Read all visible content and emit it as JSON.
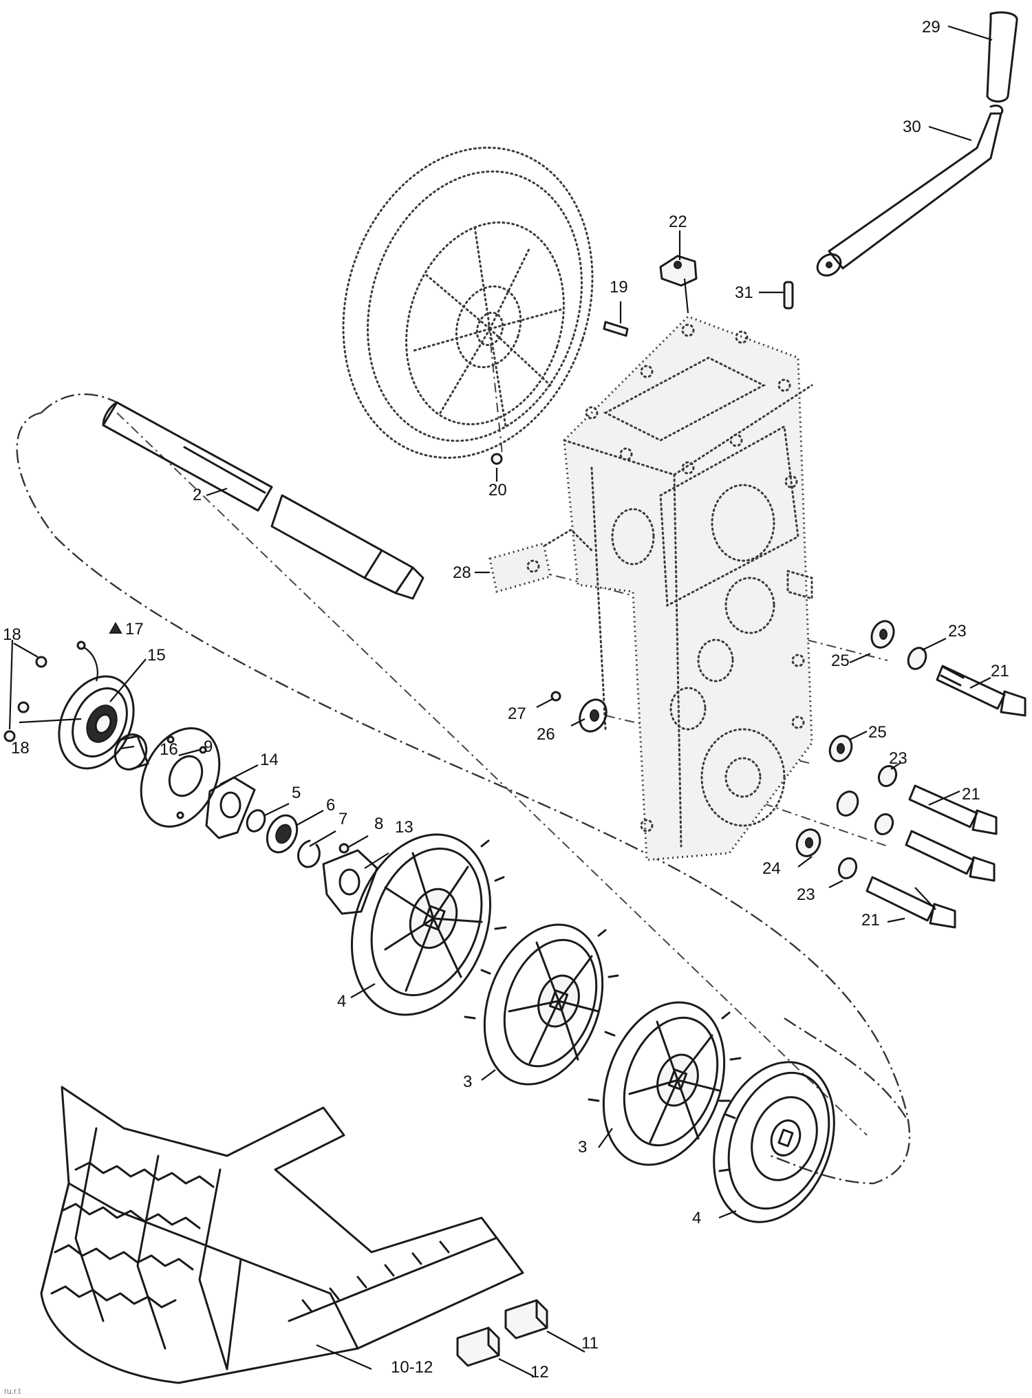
{
  "callouts": [
    {
      "label": "29"
    },
    {
      "label": "30"
    },
    {
      "label": "22"
    },
    {
      "label": "19"
    },
    {
      "label": "31"
    },
    {
      "label": "20"
    },
    {
      "label": "2"
    },
    {
      "label": "28"
    },
    {
      "label": "18"
    },
    {
      "label": "17"
    },
    {
      "label": "15"
    },
    {
      "label": "18"
    },
    {
      "label": "16"
    },
    {
      "label": "9"
    },
    {
      "label": "14"
    },
    {
      "label": "5"
    },
    {
      "label": "6"
    },
    {
      "label": "7"
    },
    {
      "label": "8"
    },
    {
      "label": "13"
    },
    {
      "label": "25"
    },
    {
      "label": "23"
    },
    {
      "label": "21"
    },
    {
      "label": "27"
    },
    {
      "label": "26"
    },
    {
      "label": "25"
    },
    {
      "label": "23"
    },
    {
      "label": "21"
    },
    {
      "label": "24"
    },
    {
      "label": "23"
    },
    {
      "label": "21"
    },
    {
      "label": "4"
    },
    {
      "label": "3"
    },
    {
      "label": "3"
    },
    {
      "label": "4"
    },
    {
      "label": "11"
    },
    {
      "label": "12"
    },
    {
      "label": "10-12"
    }
  ],
  "corner_code": "ru.r.t"
}
